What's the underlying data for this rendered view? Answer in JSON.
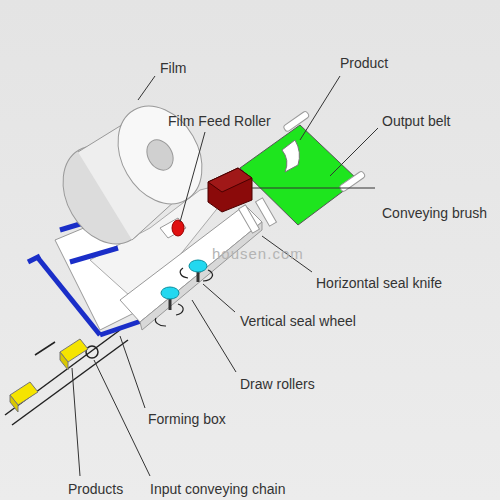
{
  "diagram": {
    "labels": [
      "Film",
      "Product",
      "Output belt",
      "Film Feed Roller",
      "Conveying brush",
      "housen.com",
      "Horizontal seal knife",
      "Vertical seal wheel",
      "Draw rollers",
      "Forming box",
      "Products",
      "Input conveying chain"
    ]
  }
}
